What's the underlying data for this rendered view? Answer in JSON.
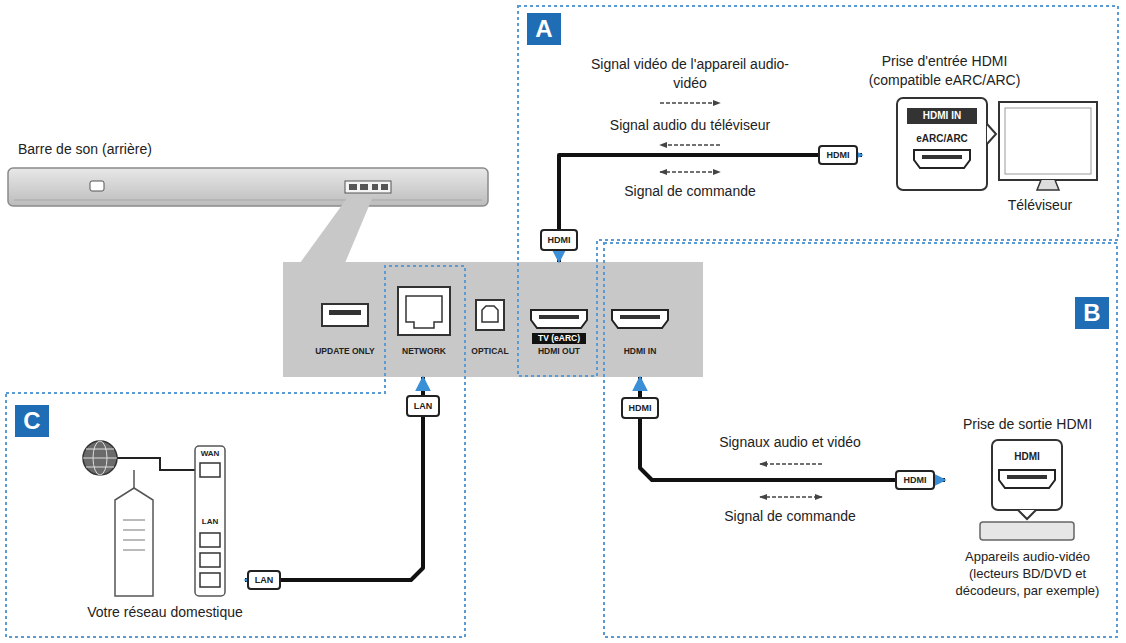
{
  "diagram": {
    "nodes": [
      {
        "text": [
          "Barre de son (arrière)"
        ]
      },
      {
        "text": [
          "A"
        ]
      },
      {
        "text": [
          "Prise d'entrée HDMI (compatible eARC/ARC)",
          "HDMI IN",
          "eARC/ARC",
          "Téléviseur"
        ],
        "in": 1
      },
      {
        "text": [
          "UPDATE ONLY",
          "NETWORK",
          "OPTICAL",
          "TV (eARC)",
          "HDMI OUT",
          "HDMI IN"
        ]
      },
      {
        "text": [
          "B"
        ]
      },
      {
        "text": [
          "Prise de sortie HDMI",
          "HDMI",
          "Appareils audio-vidéo (lecteurs BD/DVD et décodeurs, par exemple)"
        ],
        "in": 4
      },
      {
        "text": [
          "C"
        ]
      },
      {
        "text": [
          "WAN",
          "LAN",
          "Votre réseau domestique"
        ],
        "in": 6
      }
    ],
    "edges": [
      {
        "from": 3,
        "to": 2,
        "arrow": "both"
      },
      {
        "from": 3,
        "to": 5,
        "arrow": "both"
      },
      {
        "from": 3,
        "to": 7,
        "arrow": "both"
      }
    ],
    "labels": [
      "Signal vidéo de l'appareil audio-vidéo",
      "Signal audio du téléviseur",
      "Signal de commande",
      "HDMI",
      "HDMI",
      "HDMI",
      "Signaux audio et vidéo",
      "Signal de commande",
      "HDMI",
      "LAN",
      "LAN"
    ]
  }
}
